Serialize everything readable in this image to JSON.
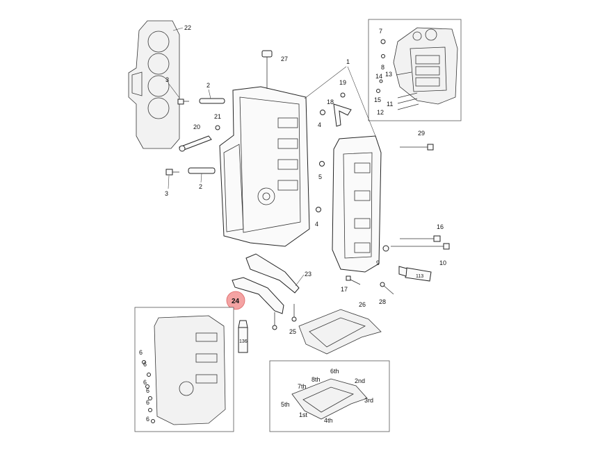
{
  "labels": {
    "1": "1",
    "2a": "2",
    "2b": "2",
    "3a": "3",
    "3b": "3",
    "4a": "4",
    "4b": "4",
    "5": "5",
    "6a": "6",
    "6b": "6",
    "6c": "6",
    "6d": "6",
    "6e": "6",
    "6f": "6",
    "7": "7",
    "8": "8",
    "9": "9",
    "10": "10",
    "11": "11",
    "12": "12",
    "13": "13",
    "14": "14",
    "15": "15",
    "16": "16",
    "17": "17",
    "18": "18",
    "19": "19",
    "20": "20",
    "21": "21",
    "22": "22",
    "23": "23",
    "24": "24",
    "25": "25",
    "26": "26",
    "27": "27",
    "28": "28",
    "29": "29"
  },
  "sequence": {
    "first": "1st",
    "second": "2nd",
    "third": "3rd",
    "fourth": "4th",
    "fifth": "5th",
    "sixth": "6th",
    "seventh": "7th",
    "eighth": "8th"
  },
  "tubes": {
    "sealant_113": "113",
    "sealant_136": "136"
  },
  "highlight": {
    "part": "24",
    "color": "#f4a3a3"
  }
}
